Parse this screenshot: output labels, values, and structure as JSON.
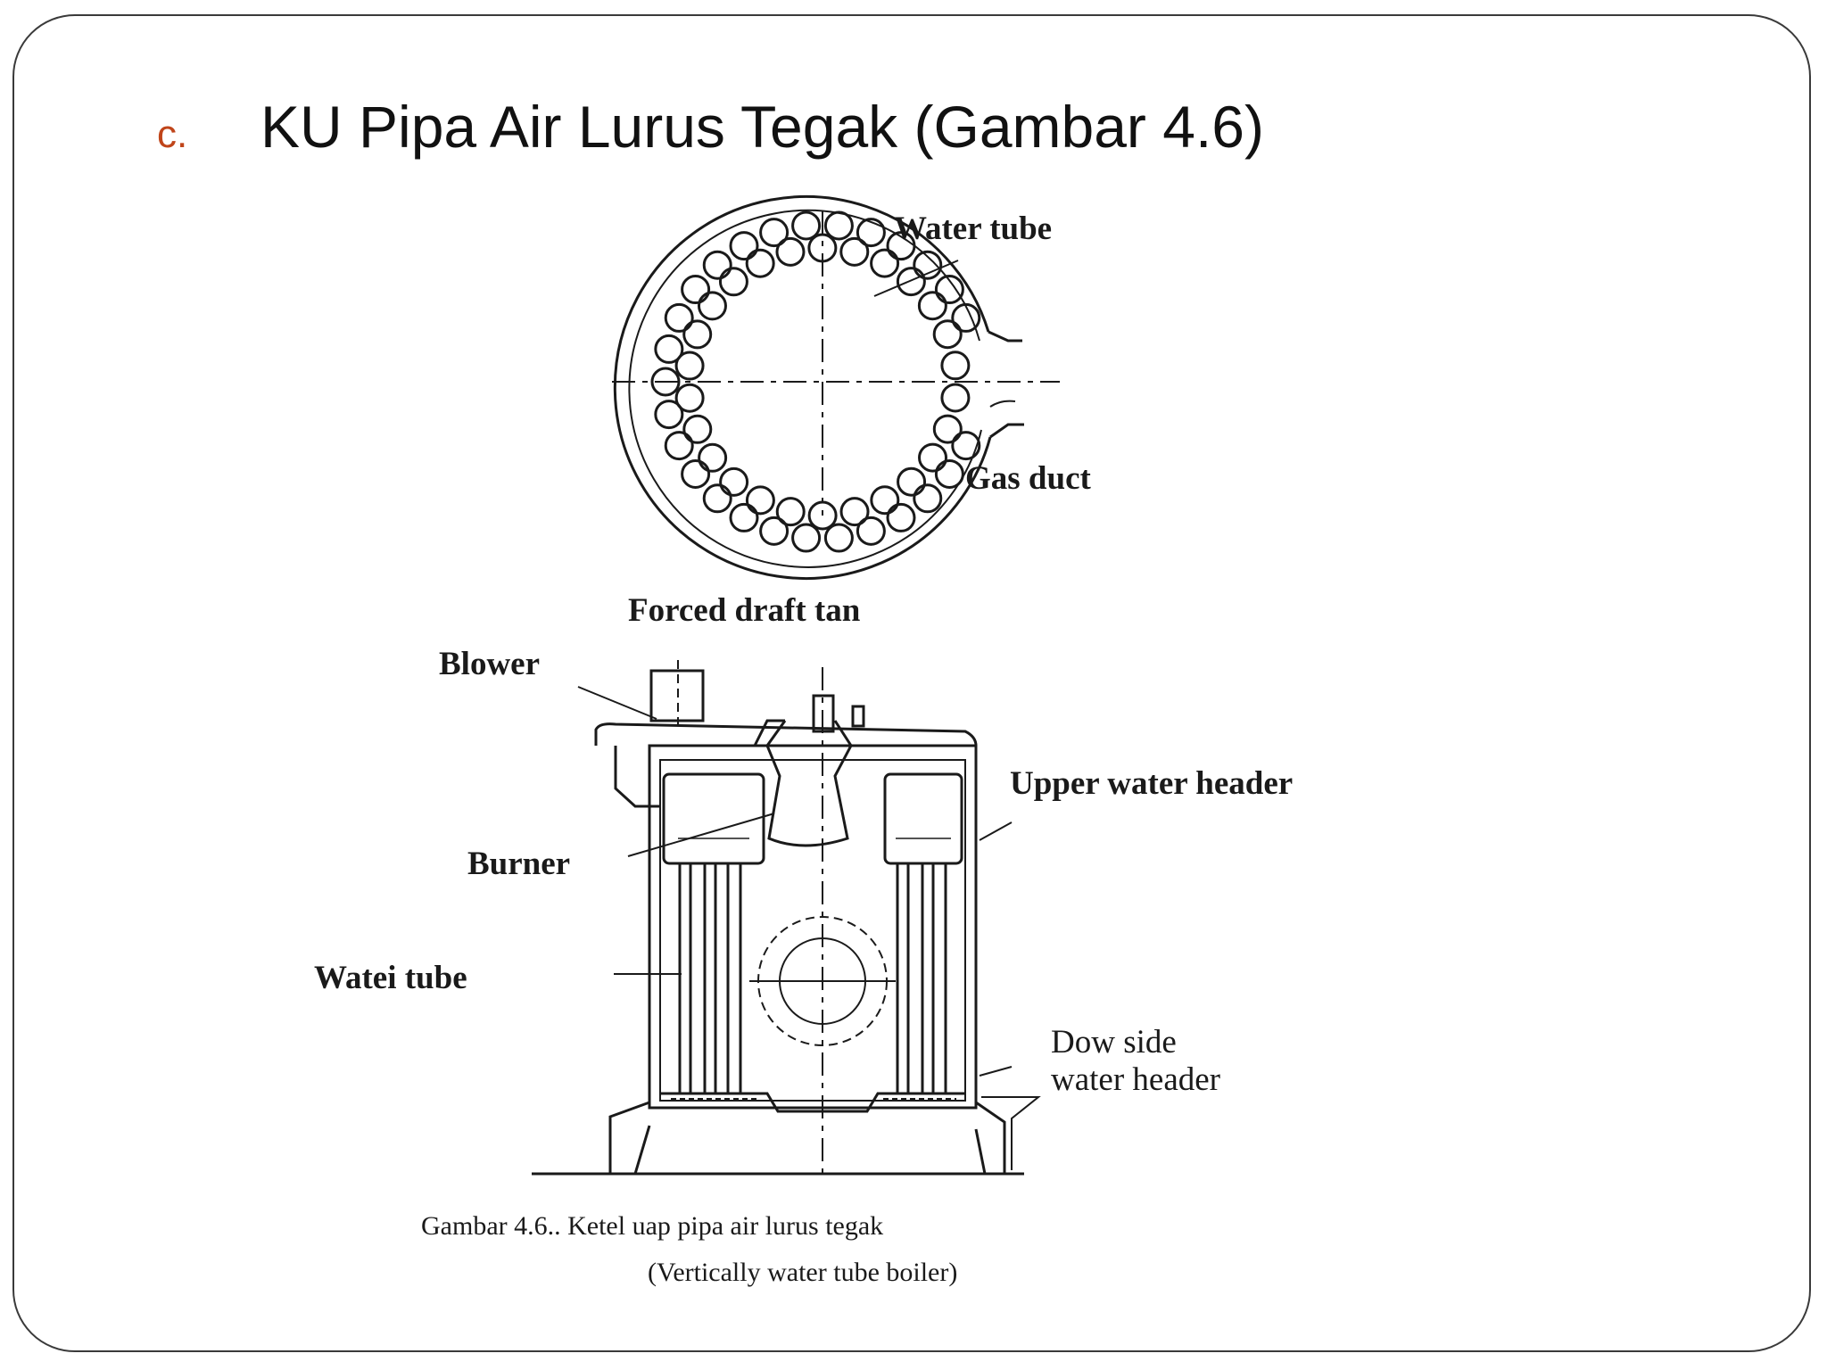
{
  "slide": {
    "bullet": "c.",
    "title": "KU Pipa Air Lurus Tegak (Gambar 4.6)"
  },
  "figure": {
    "top_view_labels": {
      "water_tube": "Water tube",
      "gas_duct": "Gas duct"
    },
    "side_view_labels": {
      "forced_draft_fan": "Forced draft tan",
      "blower": "Blower",
      "upper_water_header": "Upper water header",
      "burner": "Burner",
      "water_tube": "Watei tube",
      "lower_header_line1": "Dow side",
      "lower_header_line2": "water header"
    },
    "caption": {
      "line1": "Gambar  4.6.. Ketel uap pipa air lurus tegak",
      "line2": "(Vertically water tube boiler)"
    }
  }
}
